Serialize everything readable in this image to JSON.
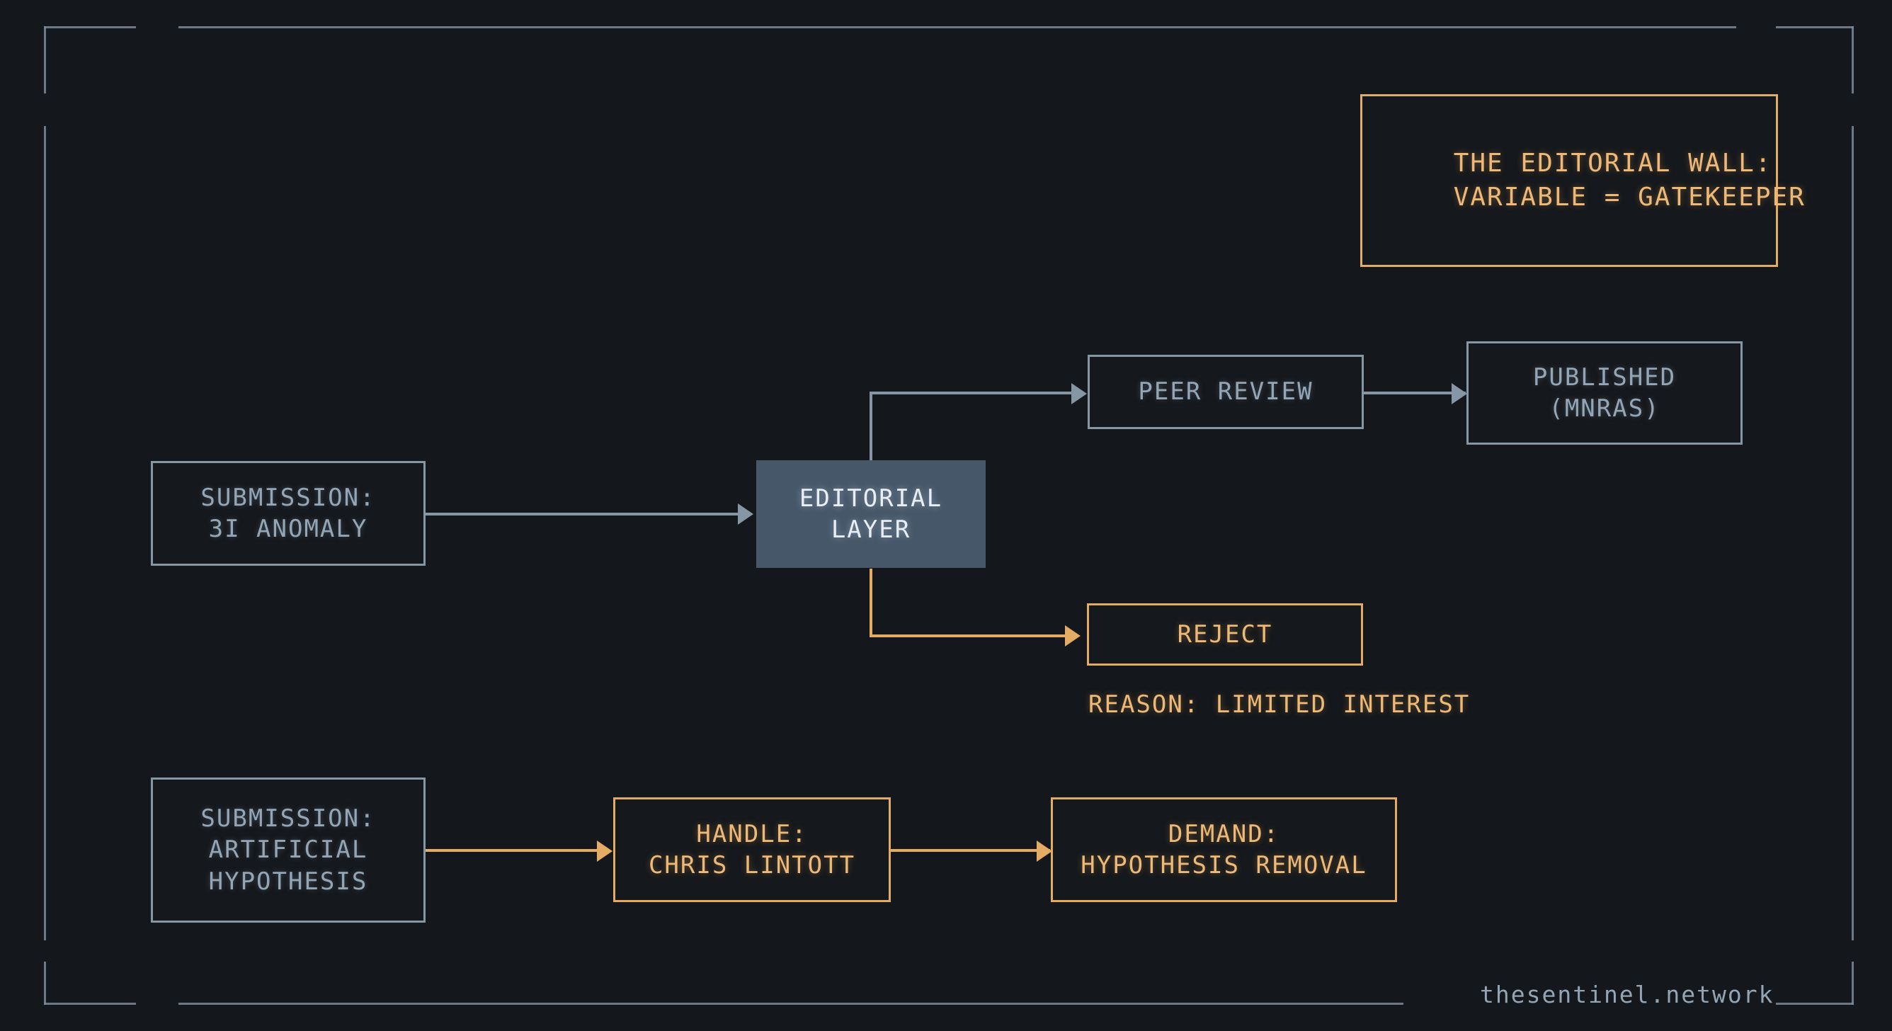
{
  "meta": {
    "background_color": "#14171b",
    "accent_amber": "#e3ab63",
    "accent_grey": "#8596a5",
    "filled_node_color": "#455769"
  },
  "title_box": {
    "line1": "THE EDITORIAL WALL:",
    "line2": "VARIABLE = GATEKEEPER"
  },
  "nodes": {
    "submission_anomaly": {
      "line1": "SUBMISSION:",
      "line2": "3I ANOMALY"
    },
    "editorial_layer": {
      "line1": "EDITORIAL",
      "line2": "LAYER"
    },
    "peer_review": {
      "line1": "PEER REVIEW"
    },
    "published": {
      "line1": "PUBLISHED",
      "line2": "(MNRAS)"
    },
    "reject": {
      "line1": "REJECT"
    },
    "submission_artificial": {
      "line1": "SUBMISSION:",
      "line2": "ARTIFICIAL",
      "line3": "HYPOTHESIS"
    },
    "handle": {
      "line1": "HANDLE:",
      "line2": "CHRIS LINTOTT"
    },
    "demand": {
      "line1": "DEMAND:",
      "line2": "HYPOTHESIS REMOVAL"
    }
  },
  "captions": {
    "reject_reason": "REASON: LIMITED INTEREST"
  },
  "footer": {
    "watermark": "thesentinel.network"
  }
}
